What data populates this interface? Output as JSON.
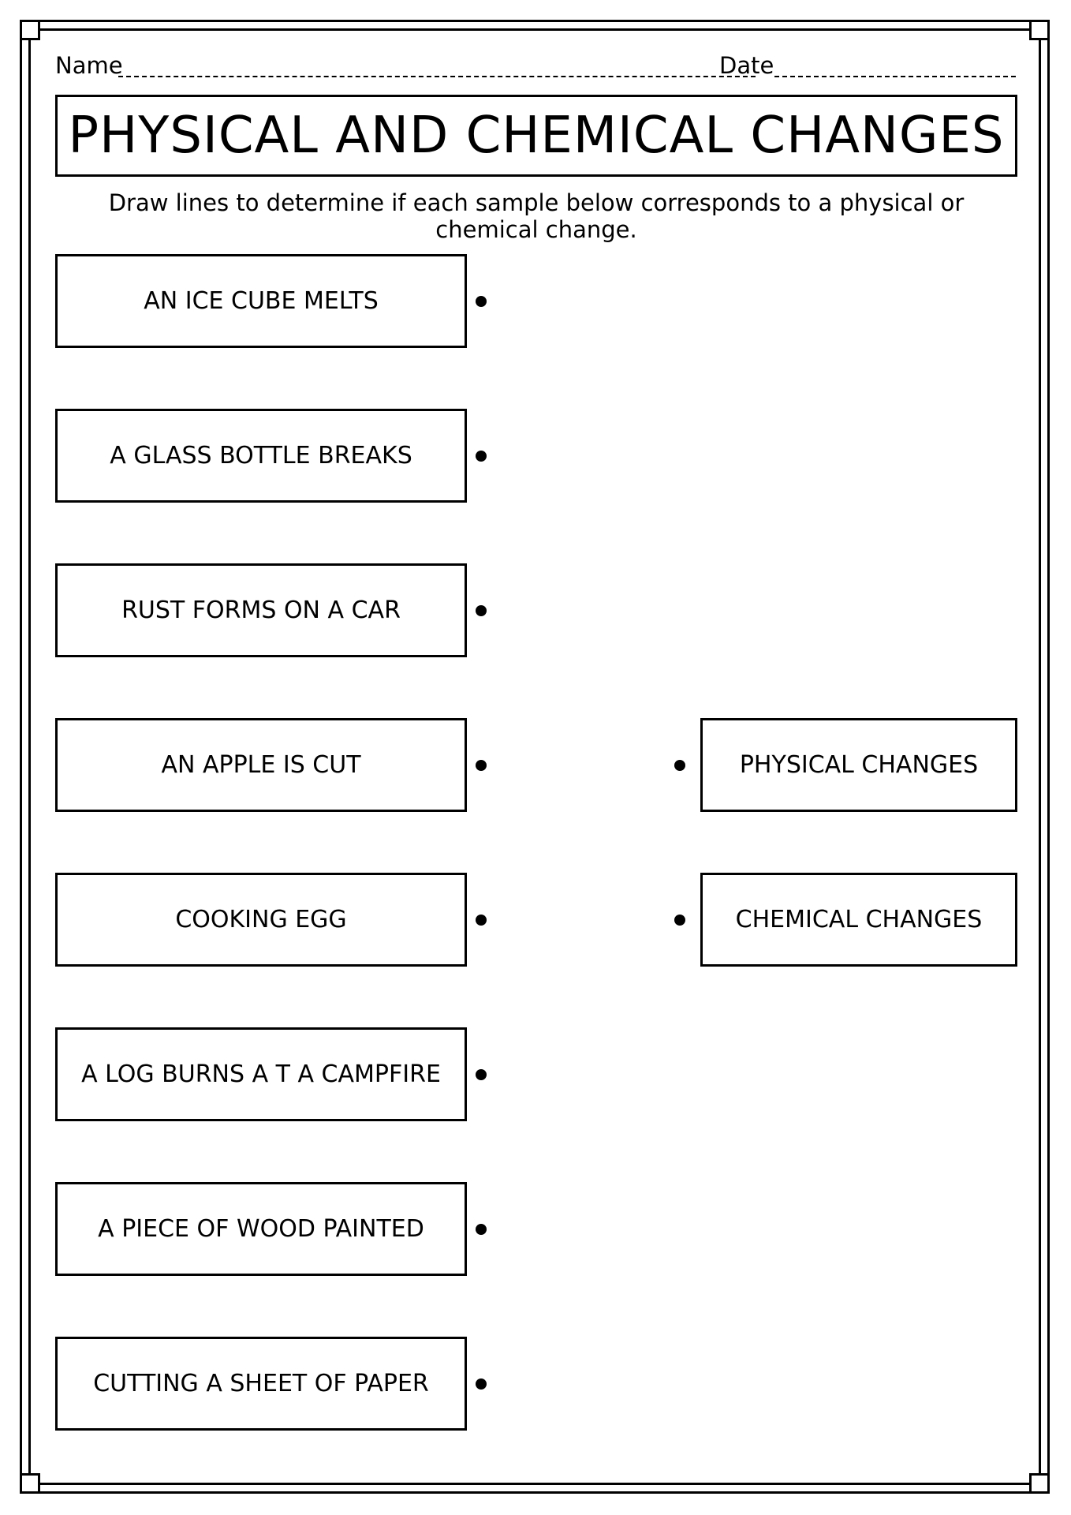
{
  "header": {
    "name_label": "Name",
    "date_label": "Date"
  },
  "title": "PHYSICAL AND CHEMICAL CHANGES",
  "instructions": "Draw lines to determine if each sample below corresponds to a physical or chemical change.",
  "samples": [
    "AN ICE CUBE MELTS",
    "A GLASS BOTTLE BREAKS",
    "RUST FORMS ON A CAR",
    "AN APPLE IS CUT",
    "COOKING EGG",
    "A LOG BURNS A T A CAMPFIRE",
    "A PIECE OF WOOD PAINTED",
    "CUTTING A SHEET OF PAPER"
  ],
  "answers": [
    "PHYSICAL CHANGES",
    "CHEMICAL CHANGES"
  ]
}
